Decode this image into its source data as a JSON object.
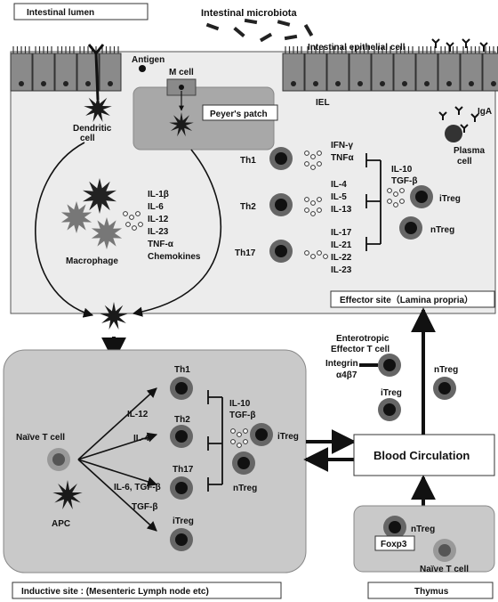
{
  "regions": {
    "intestinal_lumen": "Intestinal lumen",
    "intestinal_microbiota": "Intestinal microbiota",
    "intestinal_epithelial_cell": "Intestinal epithelial cell",
    "peyers_patch": "Peyer's patch",
    "effector_site": "Effector site（Lamina propria）",
    "inductive_site": "Inductive site : (Mesenteric Lymph node etc)",
    "blood_circulation": "Blood Circulation",
    "thymus": "Thymus"
  },
  "lumen_labels": {
    "antigen": "Antigen",
    "m_cell": "M cell",
    "dendritic_cell": [
      "Dendritic",
      "cell"
    ],
    "iel": "IEL",
    "iga": "IgA",
    "plasma_cell": [
      "Plasma",
      "cell"
    ]
  },
  "macrophage": {
    "label": "Macrophage",
    "cytokines": [
      "IL-1β",
      "IL-6",
      "IL-12",
      "IL-23",
      "TNF-α",
      "Chemokines"
    ]
  },
  "effector_cells": [
    {
      "name": "Th1",
      "cytokines": [
        "IFN-γ",
        "TNFα"
      ]
    },
    {
      "name": "Th2",
      "cytokines": [
        "IL-4",
        "IL-5",
        "IL-13"
      ]
    },
    {
      "name": "Th17",
      "cytokines": [
        "IL-17",
        "IL-21",
        "IL-22",
        "IL-23"
      ]
    }
  ],
  "effector_reg": {
    "cytokines": [
      "IL-10",
      "TGF-β"
    ],
    "itreg": "iTreg",
    "ntreg": "nTreg"
  },
  "circulation": {
    "enterotropic": [
      "Enterotropic",
      "Effector T cell"
    ],
    "integrin": [
      "Integrin",
      "α4β7"
    ],
    "itreg": "iTreg",
    "ntreg": "nTreg"
  },
  "inductive": {
    "naive": "Naïve T cell",
    "apc": "APC",
    "signals": [
      "IL-12",
      "IL-4",
      "IL-6, TGF-β",
      "TGF-β"
    ],
    "cells": [
      "Th1",
      "Th2",
      "Th17",
      "iTreg"
    ],
    "reg_cytokines": [
      "IL-10",
      "TGF-β"
    ],
    "itreg": "iTreg",
    "ntreg": "nTreg"
  },
  "thymus_cells": {
    "ntreg": "nTreg",
    "foxp3": "Foxp3",
    "naive": "Naïve T cell"
  }
}
